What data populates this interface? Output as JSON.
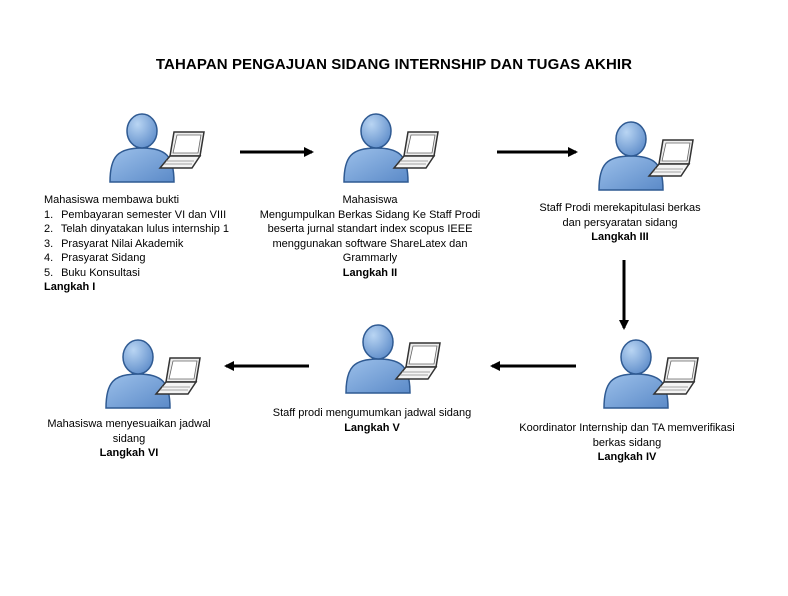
{
  "title": "TAHAPAN PENGAJUAN SIDANG INTERNSHIP DAN TUGAS AKHIR",
  "icons": {
    "person": "user-icon",
    "computer": "laptop-icon"
  },
  "colors": {
    "person_fill": "#5b8ac8",
    "person_stroke": "#2f5a92",
    "arrow": "#000000"
  },
  "steps": [
    {
      "heading": "Mahasiswa membawa bukti",
      "items": [
        "Pembayaran semester VI dan VIII",
        "Telah dinyatakan lulus internship 1",
        "Prasyarat Nilai Akademik",
        "Prasyarat Sidang",
        "Buku Konsultasi"
      ],
      "step_label": "Langkah I"
    },
    {
      "lines": [
        "Mahasiswa",
        "Mengumpulkan Berkas Sidang Ke Staff Prodi",
        "beserta jurnal standart index scopus IEEE",
        "menggunakan software ShareLatex dan",
        "Grammarly"
      ],
      "step_label": "Langkah II"
    },
    {
      "lines": [
        "Staff Prodi merekapitulasi berkas",
        "dan persyaratan sidang"
      ],
      "step_label": "Langkah III"
    },
    {
      "lines": [
        "Koordinator Internship dan TA memverifikasi",
        "berkas sidang"
      ],
      "step_label": "Langkah IV"
    },
    {
      "lines": [
        "Staff prodi mengumumkan jadwal sidang"
      ],
      "step_label": "Langkah V"
    },
    {
      "lines": [
        "Mahasiswa menyesuaikan jadwal",
        "sidang"
      ],
      "step_label": "Langkah VI"
    }
  ]
}
